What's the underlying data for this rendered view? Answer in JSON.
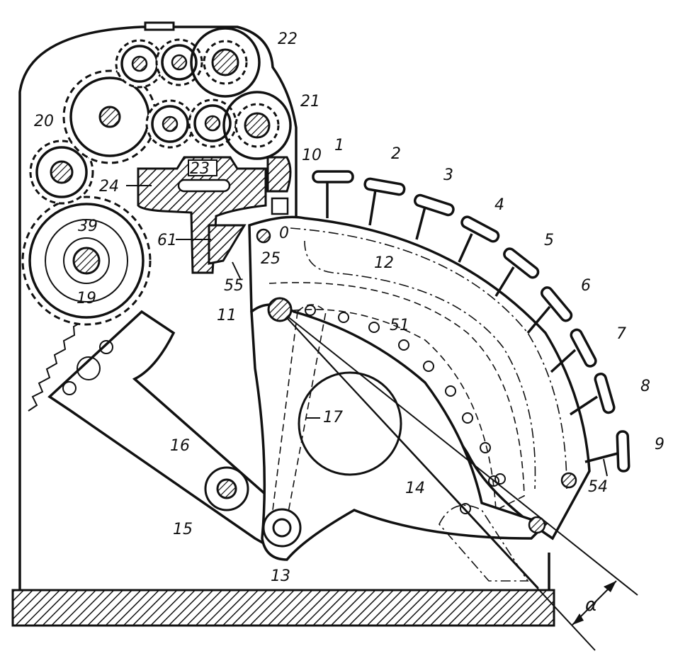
{
  "labels": {
    "l1": "1",
    "l2": "2",
    "l3": "3",
    "l4": "4",
    "l5": "5",
    "l6": "6",
    "l7": "7",
    "l8": "8",
    "l9": "9",
    "l10": "10",
    "l11": "11",
    "l12": "12",
    "l13": "13",
    "l14": "14",
    "l15": "15",
    "l16": "16",
    "l17": "17",
    "l19": "19",
    "l20": "20",
    "l21": "21",
    "l22": "22",
    "l23": "23",
    "l24": "24",
    "l25": "25",
    "l39": "39",
    "l51": "51",
    "l54": "54",
    "l55": "55",
    "l61": "61",
    "l0": "0",
    "alpha": "α"
  },
  "colors": {
    "ink": "#111111",
    "paper": "#ffffff"
  }
}
